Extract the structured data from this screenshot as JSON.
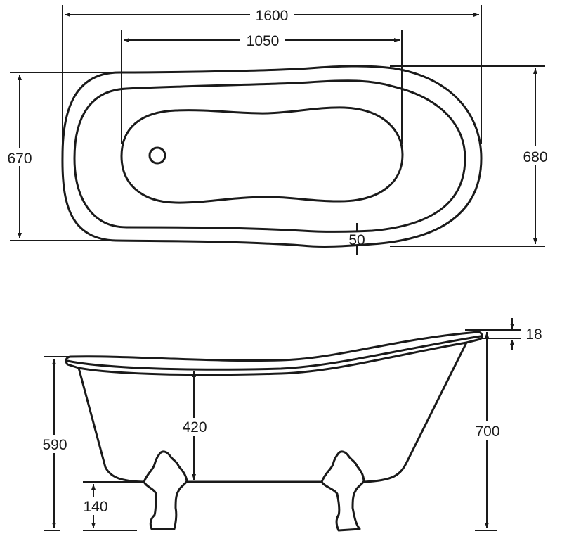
{
  "drawing": {
    "subject": "Clawfoot slipper bathtub technical drawing",
    "units": "mm",
    "line_color": "#1a1a1a",
    "background_color": "#ffffff"
  },
  "top_view": {
    "dimensions": {
      "overall_length": "1600",
      "inner_basin_length": "1050",
      "width_left_end": "670",
      "width_right_end": "680",
      "rim_width": "50"
    },
    "features": [
      "outer-rim-outline",
      "inner-rim-outline",
      "basin-outline",
      "drain-hole"
    ]
  },
  "side_view": {
    "dimensions": {
      "height_low_end": "590",
      "height_high_end": "700",
      "inner_depth": "420",
      "foot_height": "140",
      "rim_thickness": "18"
    },
    "features": [
      "tub-body",
      "rolled-rim",
      "claw-foot-left",
      "claw-foot-right"
    ]
  }
}
